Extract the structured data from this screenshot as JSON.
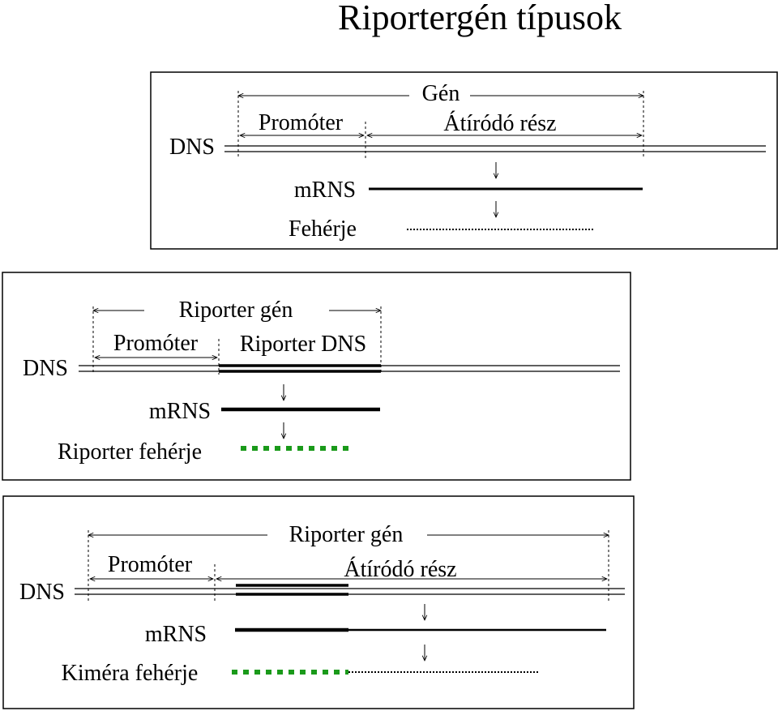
{
  "title": "Riportergén típusok",
  "colors": {
    "reporter_protein": "#1a9a1a",
    "line": "#000000"
  },
  "panel1": {
    "dns_label": "DNS",
    "gen_label": "Gén",
    "promoter_label": "Promóter",
    "transcribed_label": "Átíródó rész",
    "mrna_label": "mRNS",
    "protein_label": "Fehérje"
  },
  "panel2": {
    "dns_label": "DNS",
    "reporter_gene_label": "Riporter gén",
    "promoter_label": "Promóter",
    "reporter_dna_label": "Riporter DNS",
    "mrna_label": "mRNS",
    "protein_label": "Riporter fehérje"
  },
  "panel3": {
    "dns_label": "DNS",
    "reporter_gene_label": "Riporter gén",
    "promoter_label": "Promóter",
    "transcribed_label": "Átíródó rész",
    "mrna_label": "mRNS",
    "protein_label": "Kiméra fehérje"
  }
}
